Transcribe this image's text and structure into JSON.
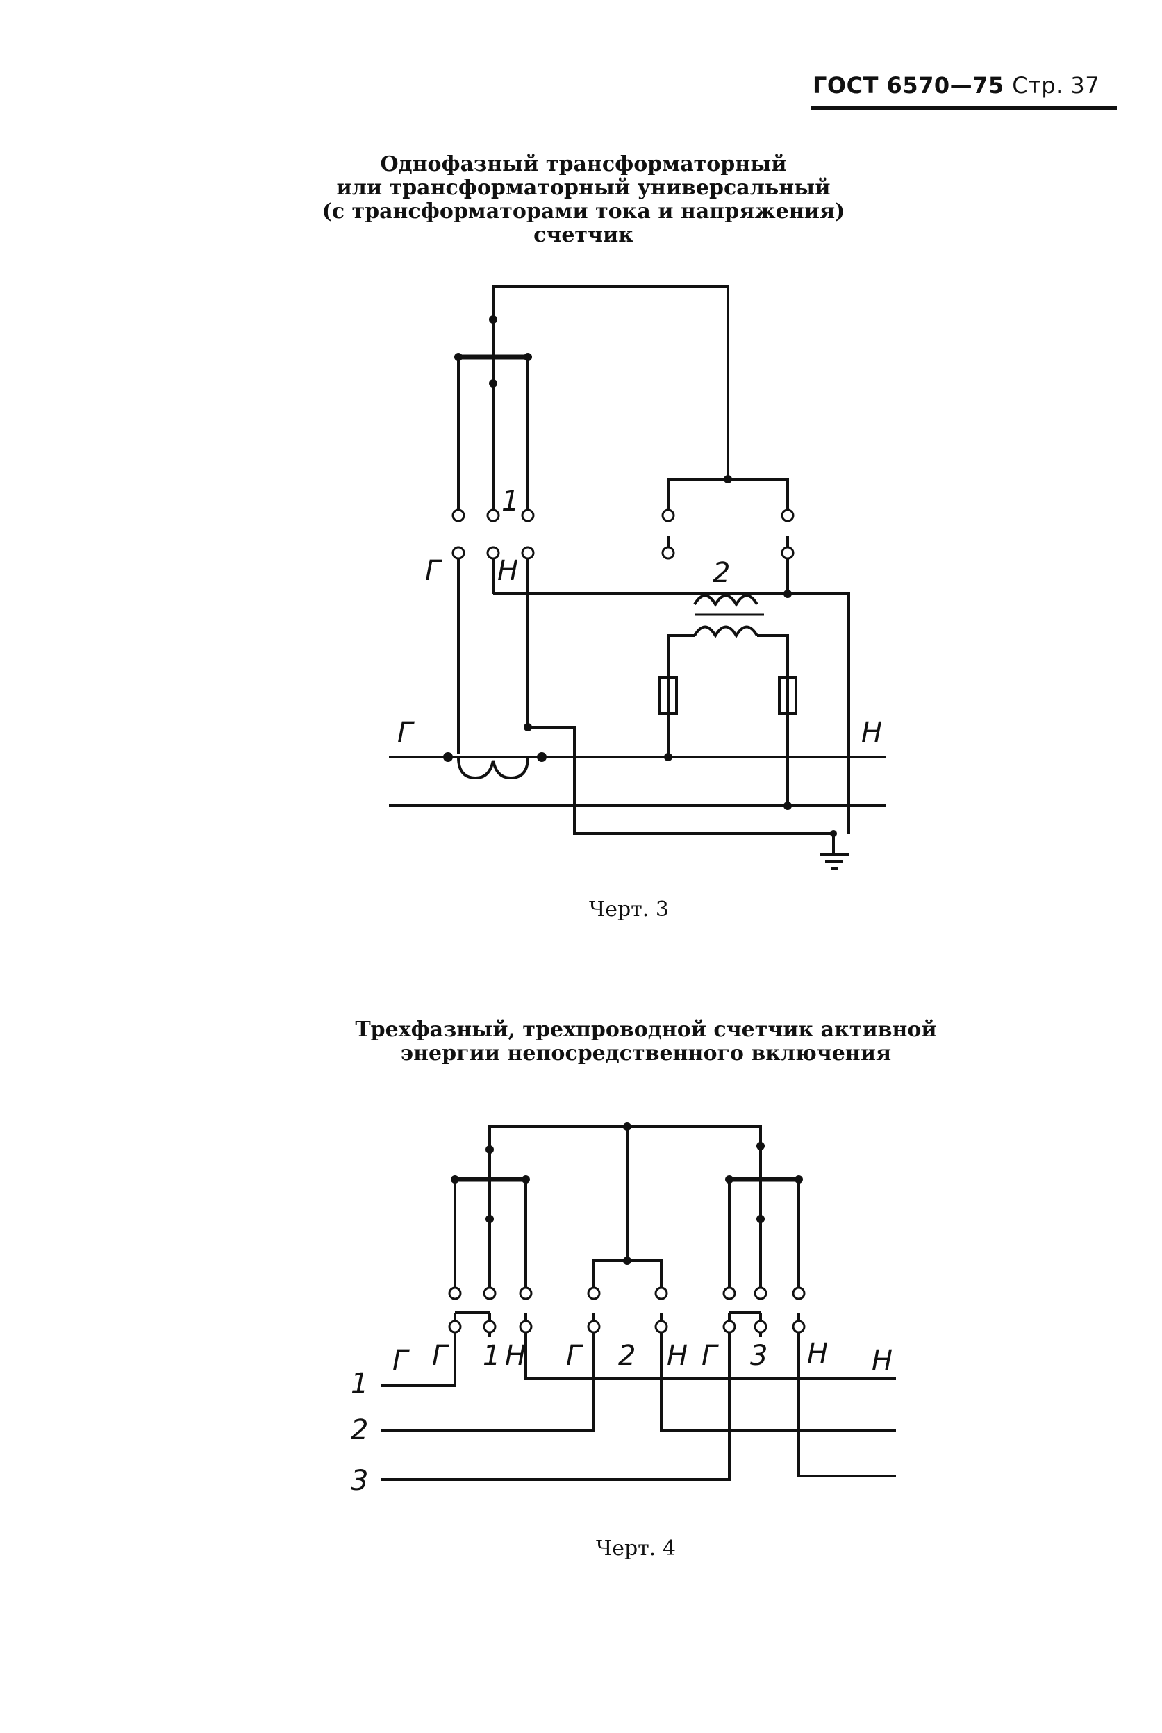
{
  "header": {
    "doc": "ГОСТ 6570—75",
    "page": "Стр. 37"
  },
  "figure3": {
    "title_lines": [
      "Однофазный трансформаторный",
      "или трансформаторный универсальный",
      "(с трансформаторами тока и напряжения)",
      "счетчик"
    ],
    "caption": "Черт. 3",
    "labels": {
      "meter": "1",
      "transformer": "2",
      "gen_terminal": "Г",
      "load_terminal": "Н",
      "line_gen": "Г",
      "line_load": "Н"
    }
  },
  "figure4": {
    "title_lines": [
      "Трехфазный, трехпроводной счетчик активной",
      "энергии непосредственного включения"
    ],
    "caption": "Черт. 4",
    "labels": {
      "phase1": "1",
      "phase2": "2",
      "phase3": "3",
      "element1": "1",
      "element2": "2",
      "element3": "3",
      "g": "Г",
      "n": "Н"
    }
  }
}
